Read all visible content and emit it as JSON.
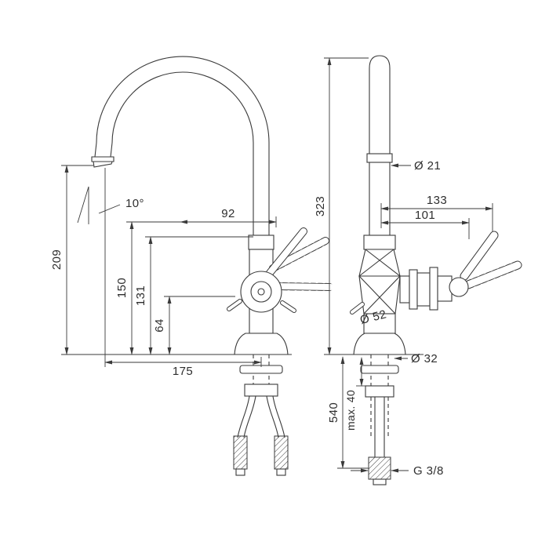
{
  "drawing": {
    "background": "#ffffff",
    "line_color": "#3a3a3a",
    "text_color": "#2e2e2e",
    "left_view": {
      "dims": {
        "height_209": "209",
        "height_150": "150",
        "height_131": "131",
        "height_64": "64",
        "width_92": "92",
        "width_175": "175",
        "angle": "10°"
      }
    },
    "right_view": {
      "dims": {
        "height_323": "323",
        "dia_21": "Ø 21",
        "width_133": "133",
        "width_101": "101",
        "dia_52": "Ø 52",
        "dia_32": "Ø 32",
        "length_540": "540",
        "max_mount": "max. 40",
        "thread": "G 3/8"
      }
    }
  }
}
